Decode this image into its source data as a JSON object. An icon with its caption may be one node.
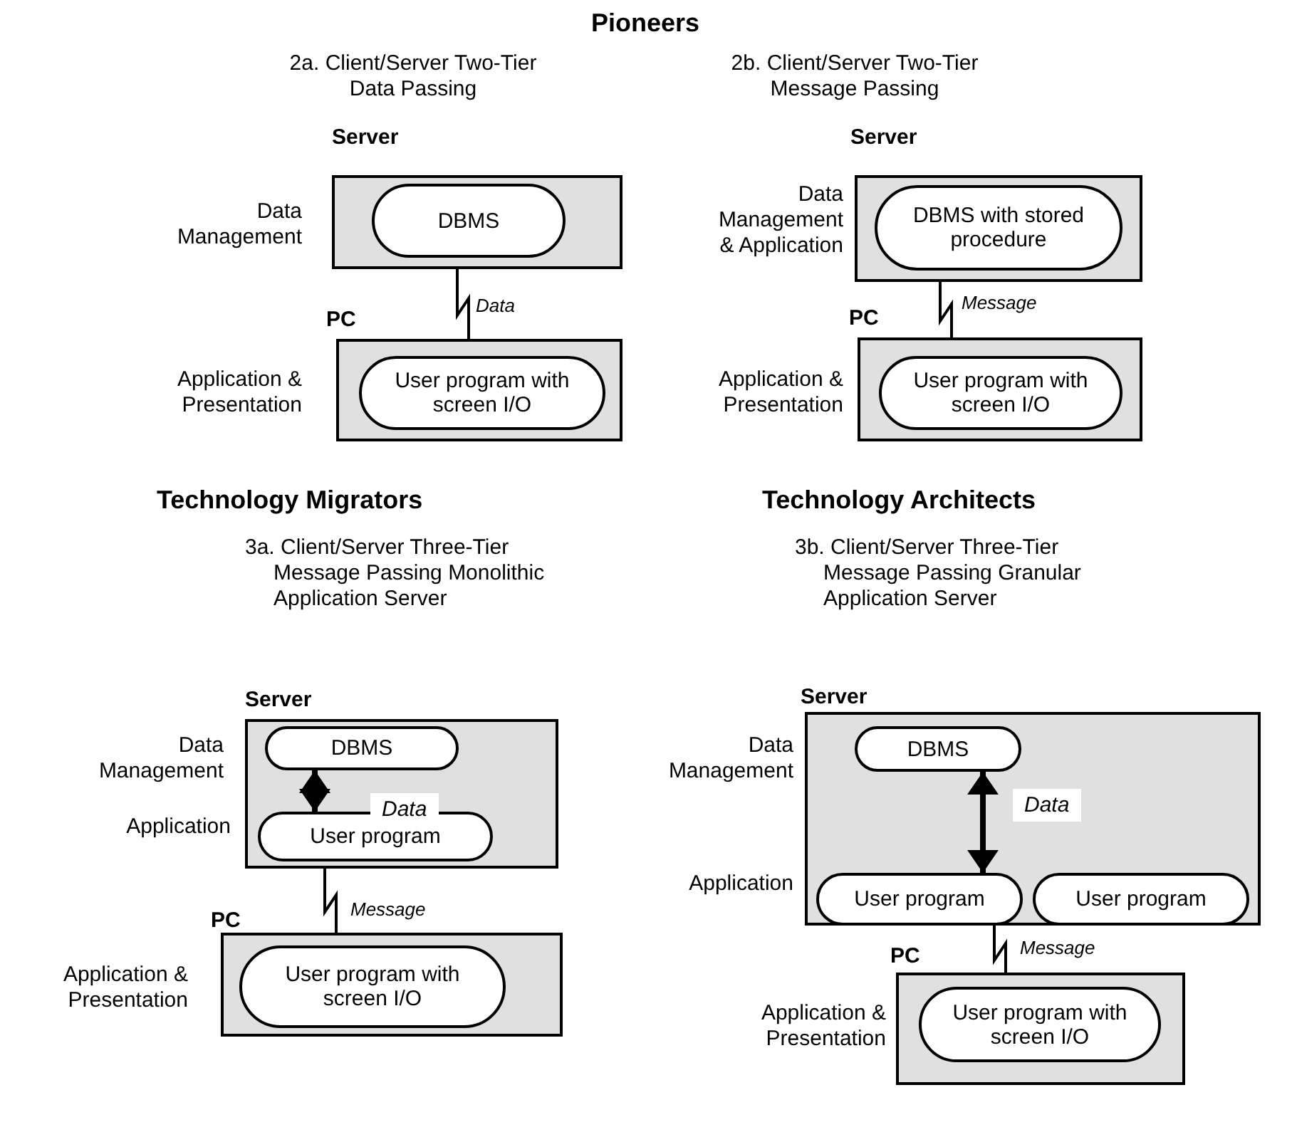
{
  "diagram": {
    "nodes": [
      {
        "text": [
          "Server"
        ],
        "beside": [
          "Data Management"
        ]
      },
      {
        "text": [
          "DBMS"
        ],
        "in": 0
      },
      {
        "text": [
          "PC"
        ],
        "beside": [
          "Application & Presentation"
        ]
      },
      {
        "text": [
          "User program with screen I/O"
        ],
        "in": 2
      },
      {
        "text": [
          "Server"
        ],
        "beside": [
          "Data Management & Application"
        ]
      },
      {
        "text": [
          "DBMS with stored procedure"
        ],
        "in": 4
      },
      {
        "text": [
          "PC"
        ],
        "beside": [
          "Application & Presentation"
        ]
      },
      {
        "text": [
          "User program with screen I/O"
        ],
        "in": 6
      },
      {
        "text": [
          "Server"
        ],
        "beside": [
          "Data Management",
          "Application"
        ]
      },
      {
        "text": [
          "DBMS"
        ],
        "in": 8
      },
      {
        "text": [
          "User program"
        ],
        "in": 8
      },
      {
        "text": [
          "PC"
        ],
        "beside": [
          "Application & Presentation"
        ]
      },
      {
        "text": [
          "User program with screen I/O"
        ],
        "in": 11
      },
      {
        "text": [
          "Server"
        ],
        "beside": [
          "Data Management",
          "Application"
        ]
      },
      {
        "text": [
          "DBMS"
        ],
        "in": 13
      },
      {
        "text": [
          "User program"
        ],
        "in": 13
      },
      {
        "text": [
          "User program"
        ],
        "in": 13
      },
      {
        "text": [
          "PC"
        ],
        "beside": [
          "Application & Presentation"
        ]
      },
      {
        "text": [
          "User program with screen I/O"
        ],
        "in": 17
      }
    ],
    "edges": [
      {
        "from": 0,
        "to": 2,
        "arrow": "none",
        "label": "Data"
      },
      {
        "from": 4,
        "to": 6,
        "arrow": "none",
        "label": "Message"
      },
      {
        "from": 9,
        "to": 10,
        "arrow": "both",
        "style": "thick",
        "label": "Data"
      },
      {
        "from": 8,
        "to": 11,
        "arrow": "none",
        "label": "Message"
      },
      {
        "from": 14,
        "to": 15,
        "arrow": "both",
        "style": "thick",
        "label": "Data"
      },
      {
        "from": 13,
        "to": 17,
        "arrow": "none",
        "label": "Message"
      }
    ],
    "labels": [
      "Pioneers",
      "2a. Client/Server Two-Tier Data Passing",
      "2b. Client/Server Two-Tier Message Passing",
      "Technology Migrators",
      "3a. Client/Server Three-Tier Message Passing Monolithic Application Server",
      "Technology Architects",
      "3b. Client/Server Three-Tier Message Passing Granular Application Server"
    ]
  }
}
